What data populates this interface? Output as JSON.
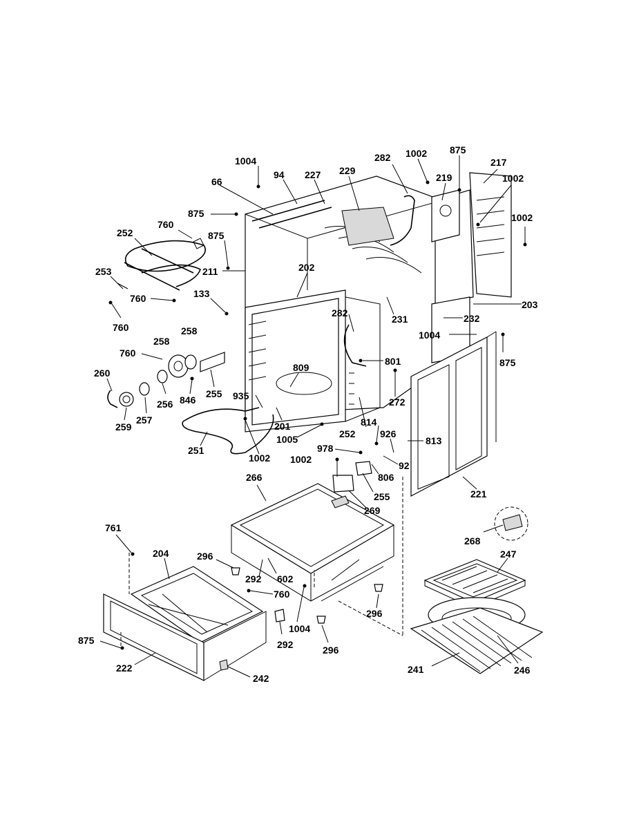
{
  "callouts": {
    "c1004_top": "1004",
    "c94": "94",
    "c227": "227",
    "c229": "229",
    "c282_top": "282",
    "c1002_top": "1002",
    "c875_top": "875",
    "c219": "219",
    "c217": "217",
    "c1002_right1": "1002",
    "c1002_right2": "1002",
    "c66": "66",
    "c875_a": "875",
    "c875_b": "875",
    "c252_top": "252",
    "c760_a": "760",
    "c211": "211",
    "c202": "202",
    "c253": "253",
    "c760_b": "760",
    "c133": "133",
    "c760_c": "760",
    "c203": "203",
    "c282_mid": "282",
    "c231": "231",
    "c232": "232",
    "c1004_mid": "1004",
    "c258_a": "258",
    "c258_b": "258",
    "c760_d": "760",
    "c875_right": "875",
    "c801": "801",
    "c809": "809",
    "c260": "260",
    "c256": "256",
    "c846": "846",
    "c255_a": "255",
    "c935": "935",
    "c272": "272",
    "c259": "259",
    "c257": "257",
    "c201": "201",
    "c814": "814",
    "c252_mid": "252",
    "c1005": "1005",
    "c926": "926",
    "c813": "813",
    "c251": "251",
    "c1002_low": "1002",
    "c978": "978",
    "c1002_mid": "1002",
    "c92": "92",
    "c806": "806",
    "c255_b": "255",
    "c221": "221",
    "c266": "266",
    "c269": "269",
    "c761": "761",
    "c204": "204",
    "c296_a": "296",
    "c292_a": "292",
    "c602": "602",
    "c760_e": "760",
    "c268": "268",
    "c247": "247",
    "c296_b": "296",
    "c1004_low": "1004",
    "c875_low": "875",
    "c292_b": "292",
    "c296_c": "296",
    "c222": "222",
    "c242": "242",
    "c241": "241",
    "c246": "246"
  }
}
